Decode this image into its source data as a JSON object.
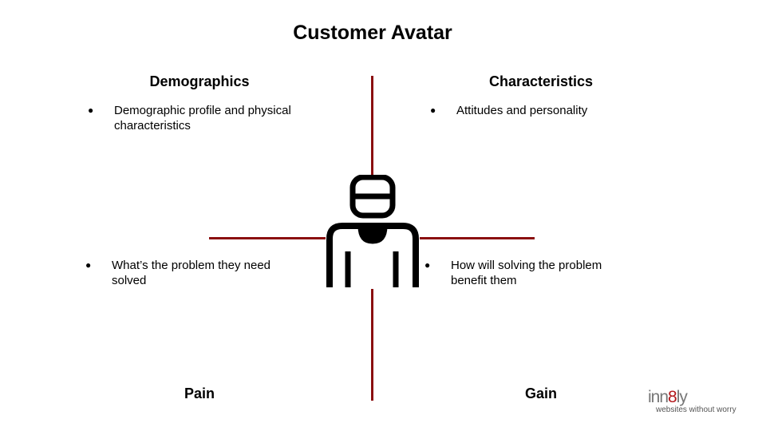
{
  "title": "Customer Avatar",
  "quadrants": {
    "top_left": {
      "heading": "Demographics",
      "bullet": "Demographic profile and physical characteristics"
    },
    "top_right": {
      "heading": "Characteristics",
      "bullet": "Attitudes and personality"
    },
    "bottom_left": {
      "heading": "Pain",
      "bullet": "What’s the problem they need solved"
    },
    "bottom_right": {
      "heading": "Gain",
      "bullet": "How will solving the problem benefit them"
    }
  },
  "center_icon": "person-icon",
  "logo": {
    "brand_left": "inn",
    "brand_accent": "8",
    "brand_right": "ly",
    "tagline": "websites without worry"
  },
  "colors": {
    "axis": "#8b0f10",
    "text": "#000000",
    "logo_accent": "#b3171b"
  }
}
